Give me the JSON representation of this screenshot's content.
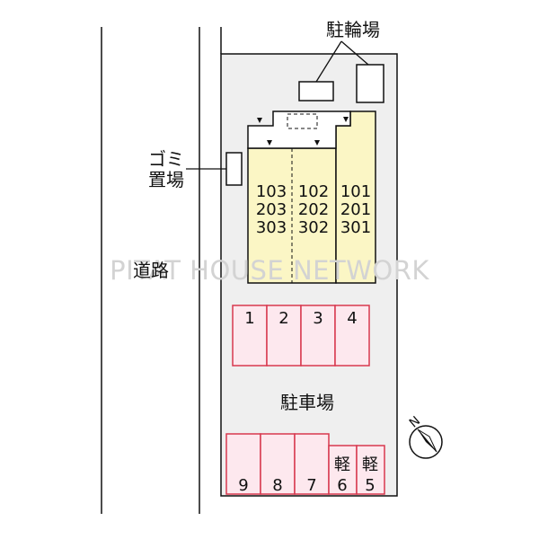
{
  "labels": {
    "bicycle_parking": "駐輪場",
    "garbage_top": "ゴミ",
    "garbage_bottom": "置場",
    "road": "道路",
    "car_parking": "駐車場",
    "watermark": "PITAT HOUSE NETWORK",
    "compass": "N"
  },
  "rooms": {
    "col_103": [
      "103",
      "203",
      "303"
    ],
    "col_102": [
      "102",
      "202",
      "302"
    ],
    "col_101": [
      "101",
      "201",
      "301"
    ]
  },
  "parking_top": [
    "1",
    "2",
    "3",
    "4"
  ],
  "parking_bottom": {
    "regular": [
      "9",
      "8",
      "7"
    ],
    "kei_label": "軽",
    "kei": [
      "6",
      "5"
    ]
  },
  "colors": {
    "lot": "#efefef",
    "building": "#fbf6c5",
    "parking_fill": "#fde8ee",
    "parking_stroke": "#d8384f",
    "outline": "#111111"
  }
}
